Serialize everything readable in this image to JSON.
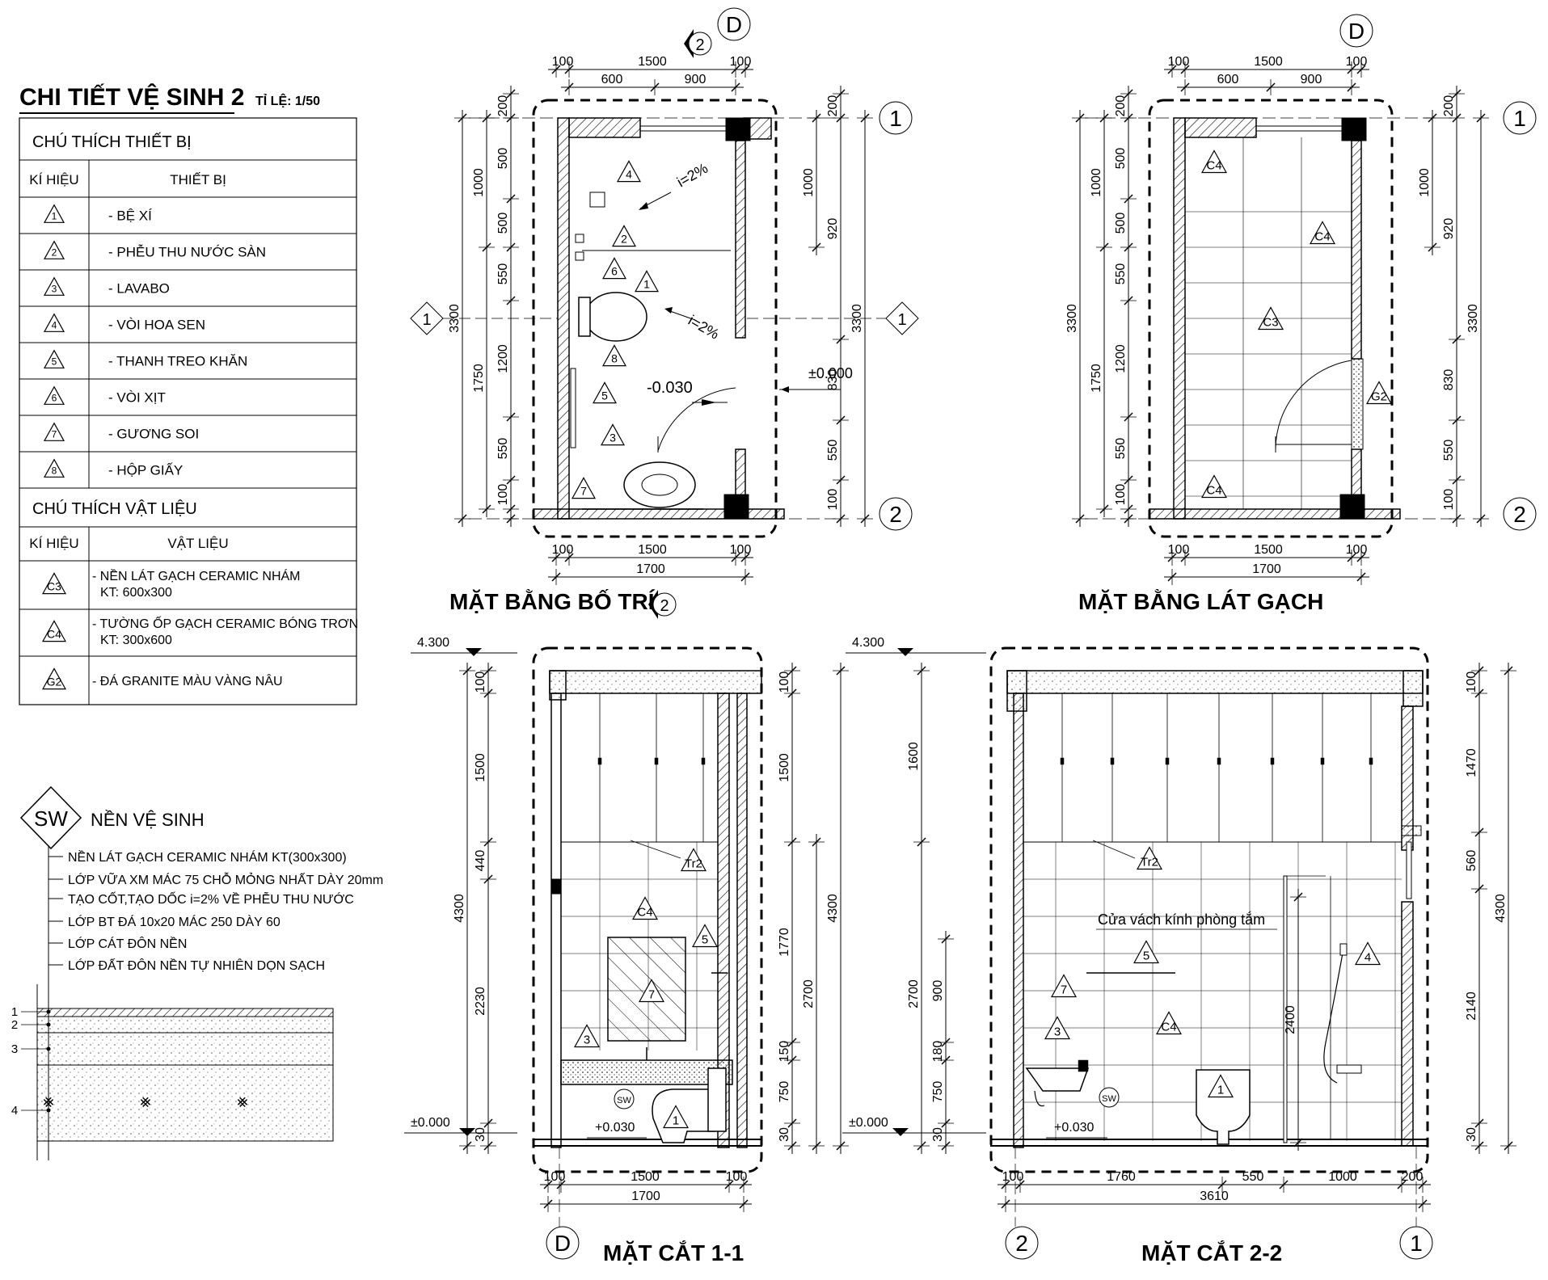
{
  "header": {
    "title": "CHI TIẾT VỆ SINH 2",
    "scale": "TỈ LỆ: 1/50"
  },
  "equipment_legend": {
    "title": "CHÚ THÍCH THIẾT BỊ",
    "col_symbol": "KÍ HIỆU",
    "col_item": "THIẾT BỊ",
    "rows": [
      {
        "sym": "1",
        "text": "- BỆ XÍ"
      },
      {
        "sym": "2",
        "text": "- PHỄU THU NƯỚC SÀN"
      },
      {
        "sym": "3",
        "text": "- LAVABO"
      },
      {
        "sym": "4",
        "text": "- VÒI HOA SEN"
      },
      {
        "sym": "5",
        "text": "- THANH TREO KHĂN"
      },
      {
        "sym": "6",
        "text": "- VÒI XỊT"
      },
      {
        "sym": "7",
        "text": "- GƯƠNG SOI"
      },
      {
        "sym": "8",
        "text": "- HỘP GIẤY"
      }
    ]
  },
  "material_legend": {
    "title": "CHÚ THÍCH VẬT LIỆU",
    "col_symbol": "KÍ HIỆU",
    "col_item": "VẬT LIỆU",
    "rows": [
      {
        "sym": "C3",
        "line1": "- NỀN LÁT GẠCH CERAMIC NHÁM",
        "line2": "KT: 600x300"
      },
      {
        "sym": "C4",
        "line1": "- TƯỜNG ỐP GẠCH CERAMIC BÓNG TRƠN",
        "line2": "KT: 300x600"
      },
      {
        "sym": "G2",
        "line1": "- ĐÁ GRANITE MÀU VÀNG NÂU",
        "line2": ""
      }
    ]
  },
  "floor_detail": {
    "tag": "SW",
    "title": "NỀN VỆ SINH",
    "layers": [
      "NỀN LÁT GẠCH CERAMIC NHÁM KT(300x300)",
      "LỚP VỮA XM MÁC 75 CHỖ MỎNG NHẤT DÀY 20mm",
      "TẠO CỐT,TẠO DỐC i=2% VỀ PHỄU THU NƯỚC",
      "LỚP BT ĐÁ 10x20 MÁC 250 DÀY 60",
      "LỚP CÁT ĐÔN NỀN",
      "LỚP ĐẤT ĐÔN NỀN TỰ NHIÊN DỌN SẠCH"
    ],
    "markers": [
      "1",
      "2",
      "3",
      "4"
    ]
  },
  "plan_layout": {
    "title": "MẶT BẰNG BỐ TRÍ",
    "section_tag": "2",
    "grid_d": "D",
    "grid_1": "1",
    "grid_2": "2",
    "top_dims_a": [
      "100",
      "1500",
      "100"
    ],
    "top_dims_b": [
      "600",
      "900"
    ],
    "bottom_dims_a": [
      "100",
      "1500",
      "100"
    ],
    "bottom_total": "1700",
    "left_dims_a": [
      "200",
      "500",
      "500",
      "550",
      "1200",
      "550",
      "100"
    ],
    "left_dims_b": [
      "1000",
      "1750"
    ],
    "left_total": "3300",
    "right_dims_a": [
      "200",
      "920",
      "830",
      "550",
      "100"
    ],
    "right_dim_b": "1000",
    "right_total": "3300",
    "level_floor": "-0.030",
    "level_outside": "±0.000",
    "slope_1": "i=2%",
    "slope_2": "i=2%",
    "tags": [
      "4",
      "2",
      "6",
      "1",
      "8",
      "5",
      "3",
      "7"
    ]
  },
  "plan_tiling": {
    "title": "MẶT BẰNG LÁT GẠCH",
    "grid_d": "D",
    "grid_1": "1",
    "grid_2": "2",
    "top_dims_a": [
      "100",
      "1500",
      "100"
    ],
    "top_dims_b": [
      "600",
      "900"
    ],
    "bottom_dims_a": [
      "100",
      "1500",
      "100"
    ],
    "bottom_total": "1700",
    "left_dims_a": [
      "200",
      "500",
      "500",
      "550",
      "1200",
      "550",
      "100"
    ],
    "left_dims_b": [
      "1000",
      "1750"
    ],
    "left_total": "3300",
    "right_dims_a": [
      "200",
      "920",
      "830",
      "550",
      "100"
    ],
    "right_dim_b": "1000",
    "right_total": "3300",
    "tags": [
      "C4",
      "C4",
      "C3",
      "G2",
      "C4"
    ]
  },
  "section_11": {
    "title": "MẶT CẮT 1-1",
    "grid": "D",
    "level_top": "4.300",
    "level_base": "±0.000",
    "level_floor": "+0.030",
    "left_dims_a": [
      "100",
      "1500",
      "440",
      "2230",
      "30"
    ],
    "left_total": "4300",
    "right_dims_a": [
      "100",
      "1500",
      "1770",
      "150",
      "750",
      "30"
    ],
    "right_dim_b": "2700",
    "right_total": "4300",
    "bottom_dims": [
      "100",
      "1500",
      "100"
    ],
    "bottom_total": "1700",
    "tags": [
      "Tr2",
      "C4",
      "5",
      "7",
      "3",
      "1"
    ],
    "sw": "SW"
  },
  "section_22": {
    "title": "MẶT CẮT 2-2",
    "grid_left": "2",
    "grid_right": "1",
    "level_top": "4.300",
    "level_base": "±0.000",
    "level_floor": "+0.030",
    "left_dims_a": [
      "1600",
      "2700"
    ],
    "left_dims_b": [
      "900",
      "180",
      "750",
      "30"
    ],
    "right_dims_a": [
      "100",
      "1470",
      "560",
      "2140",
      "30"
    ],
    "right_total": "4300",
    "bottom_dims": [
      "100",
      "1760",
      "550",
      "1000",
      "200"
    ],
    "bottom_total": "3610",
    "shower_height": "2400",
    "glass_label": "Cửa vách kính phòng tắm",
    "tags": [
      "Tr2",
      "5",
      "4",
      "7",
      "C4",
      "3",
      "1"
    ],
    "sw": "SW"
  }
}
